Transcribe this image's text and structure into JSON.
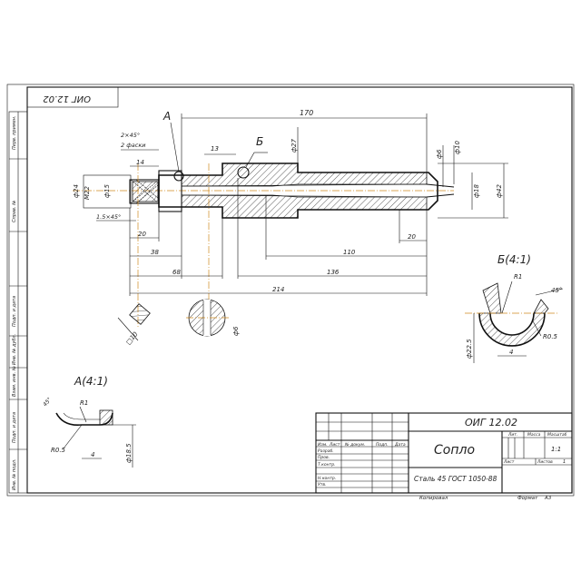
{
  "drawing": {
    "code": "ОИГ 12.02",
    "title": "Сопло",
    "material": "Сталь 45 ГОСТ 1050-88",
    "format_label": "Формат",
    "format_value": "А3",
    "copied_label": "Копировал",
    "scale_value": "1:1",
    "sheet_label": "Лист",
    "sheets_label": "Листов",
    "sheets_value": "1"
  },
  "title_block": {
    "col_headers": [
      "Изм.",
      "Лист",
      "№ докум.",
      "Подп.",
      "Дата"
    ],
    "row_labels": [
      "Разраб.",
      "Пров.",
      "Т.контр.",
      "Н.контр.",
      "Утв."
    ],
    "lit_label": "Лит.",
    "mass_label": "Масса",
    "scale_label": "Масштаб"
  },
  "side_strip": [
    "Перв. примен.",
    "Справ. №",
    "Подп. и дата",
    "Инв. № дубл.",
    "Взам. инв. №",
    "Подп. и дата",
    "Инв. № подл."
  ],
  "views": {
    "a_label": "А",
    "b_label": "Б",
    "detail_a": "А(4:1)",
    "detail_b": "Б(4:1)"
  },
  "dims": {
    "d170": "170",
    "d13": "13",
    "d27": "ф27",
    "d6": "ф6",
    "d10": "ф10",
    "d18": "ф18",
    "d42": "ф42",
    "chamfer": "2×45°",
    "chamfer2": "2 фаски",
    "d14": "14",
    "dM22": "M22",
    "d15": "ф15",
    "d24": "ф24",
    "d15x45": "1.5×45°",
    "d20a": "20",
    "d38": "38",
    "d68": "68",
    "d110": "110",
    "d20b": "20",
    "d136": "136",
    "d214": "214",
    "d6b": "ф6",
    "d10sq": "□10",
    "a_r1": "R1",
    "a_r05": "R0.5",
    "a_4": "4",
    "a_185": "ф18.5",
    "a_ang": "45°",
    "b_r1": "R1",
    "b_45": "45°",
    "b_225": "ф22.5",
    "b_4": "4",
    "b_r05": "R0.5"
  }
}
